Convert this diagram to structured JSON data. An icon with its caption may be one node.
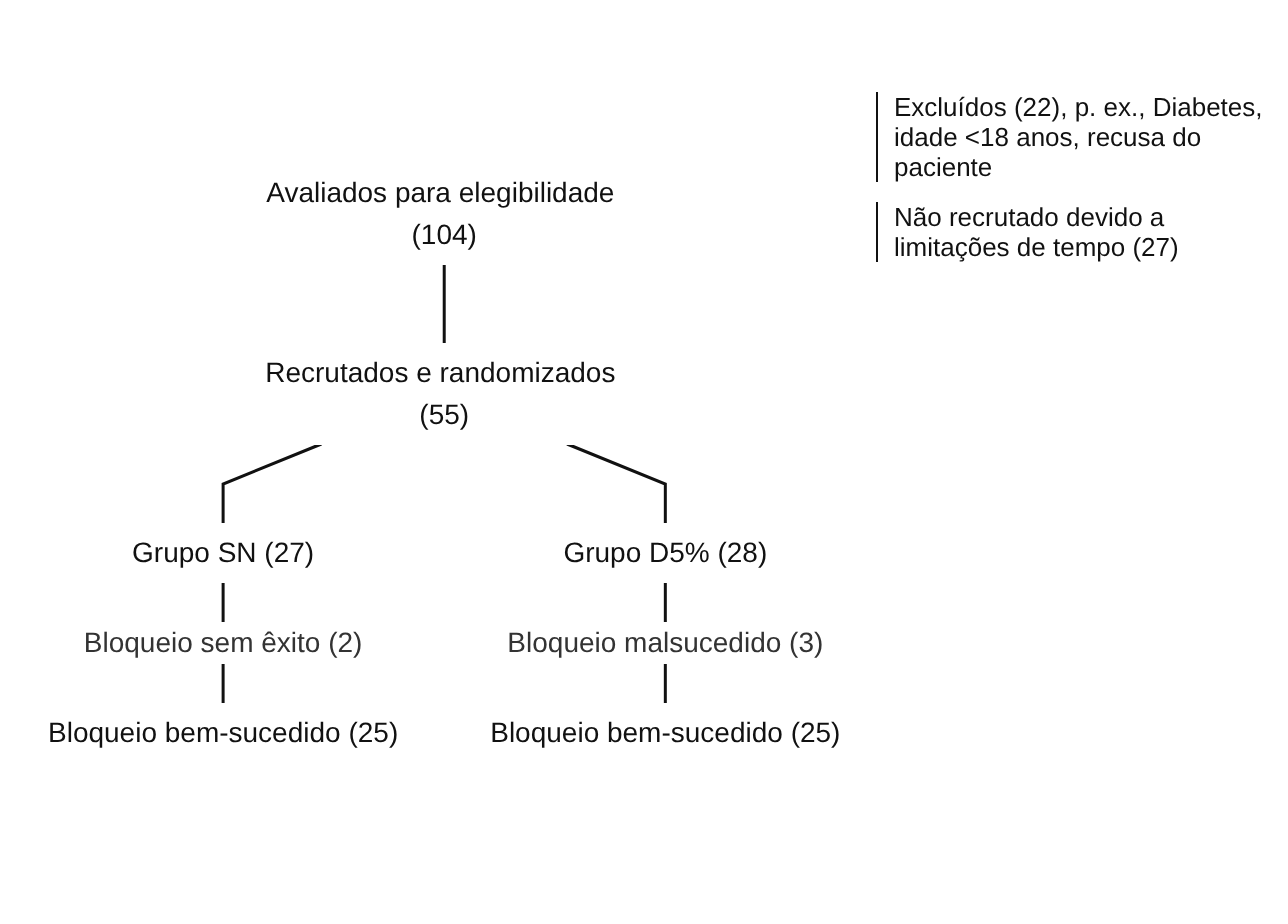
{
  "diagram": {
    "nodes": [
      {
        "text": [
          "Avaliados para elegibilidade (104)"
        ]
      },
      {
        "text": [
          "Recrutados e randomizados (55)"
        ]
      },
      {
        "text": [
          "Grupo SN (27)"
        ]
      },
      {
        "text": [
          "Grupo D5% (28)"
        ]
      },
      {
        "text": [
          "Bloqueio bem-sucedido (25)"
        ]
      },
      {
        "text": [
          "Bloqueio bem-sucedido (25)"
        ]
      }
    ],
    "edges": [
      {
        "from": 0,
        "to": 1,
        "arrow": "none"
      },
      {
        "from": 1,
        "to": 2,
        "arrow": "none"
      },
      {
        "from": 1,
        "to": 3,
        "arrow": "none"
      },
      {
        "from": 2,
        "to": 4,
        "arrow": "none",
        "label": "Bloqueio sem êxito (2)"
      },
      {
        "from": 3,
        "to": 5,
        "arrow": "none",
        "label": "Bloqueio malsucedido (3)"
      }
    ],
    "labels": [
      "Excluídos (22), p. ex., Diabetes, idade <18 anos, recusa do paciente",
      "Não recrutado devido a limitações de tempo (27)"
    ]
  }
}
